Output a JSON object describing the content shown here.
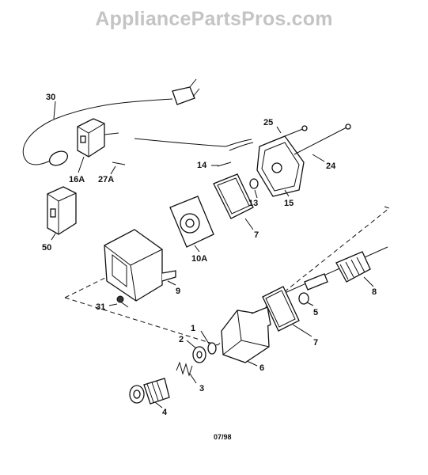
{
  "watermark": "AppliancePartsPros.com",
  "date_code": "07/98",
  "callouts": [
    {
      "id": "30",
      "text": "30"
    },
    {
      "id": "25",
      "text": "25"
    },
    {
      "id": "14",
      "text": "14"
    },
    {
      "id": "24",
      "text": "24"
    },
    {
      "id": "16a",
      "text": "16A"
    },
    {
      "id": "27a",
      "text": "27A"
    },
    {
      "id": "13",
      "text": "13"
    },
    {
      "id": "15",
      "text": "15"
    },
    {
      "id": "7a",
      "text": "7"
    },
    {
      "id": "50",
      "text": "50"
    },
    {
      "id": "10a",
      "text": "10A"
    },
    {
      "id": "8",
      "text": "8"
    },
    {
      "id": "9",
      "text": "9"
    },
    {
      "id": "31",
      "text": "31"
    },
    {
      "id": "5",
      "text": "5"
    },
    {
      "id": "1",
      "text": "1"
    },
    {
      "id": "7b",
      "text": "7"
    },
    {
      "id": "2",
      "text": "2"
    },
    {
      "id": "6",
      "text": "6"
    },
    {
      "id": "3",
      "text": "3"
    },
    {
      "id": "4",
      "text": "4"
    }
  ]
}
